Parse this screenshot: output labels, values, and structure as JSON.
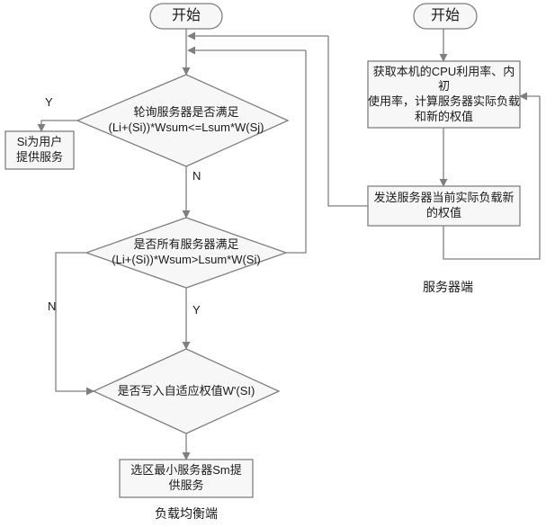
{
  "diagram": {
    "title_labels": {
      "left_section": "负载均衡端",
      "right_section": "服务器端"
    },
    "colors": {
      "stroke": "#7f7f7f",
      "shape_fill": "#f7f7f7",
      "text": "#1a1a1a",
      "background": "#ffffff"
    },
    "nodes": {
      "start_left": {
        "label": "开始",
        "shape": "terminator"
      },
      "start_right": {
        "label": "开始",
        "shape": "terminator"
      },
      "decision_poll": {
        "label": "轮询服务器是否满足\n(Li+(Si))*Wsum<=Lsum*W(Sj)",
        "shape": "decision"
      },
      "process_serve_si": {
        "label": "Si为用户\n提供服务",
        "shape": "process"
      },
      "decision_all_servers": {
        "label": "是否所有服务器满足\n(Li+(Si))*Wsum>Lsum*W(Si)",
        "shape": "decision"
      },
      "decision_write_weight": {
        "label": "是否写入自适应权值W'(SI)",
        "shape": "decision"
      },
      "process_select_min": {
        "label": "选区最小服务器Sm提\n供服务",
        "shape": "process"
      },
      "process_get_cpu": {
        "label": "获取本机的CPU利用率、内初\n使用率，计算服务器实际负载\n和新的权值",
        "shape": "process"
      },
      "process_send_load": {
        "label": "发送服务器当前实际负载新\n的权值",
        "shape": "process"
      }
    },
    "edge_labels": {
      "poll_yes": "Y",
      "poll_no": "N",
      "all_servers_no": "N",
      "all_servers_yes": "Y"
    }
  }
}
